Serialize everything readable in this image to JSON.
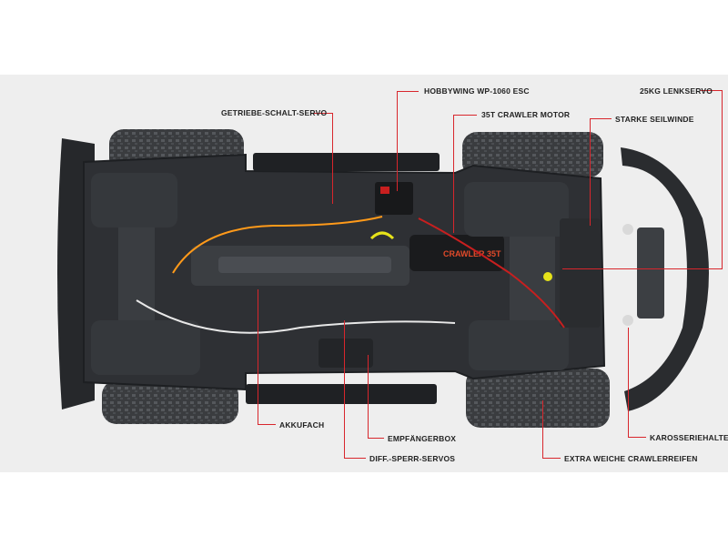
{
  "callouts": {
    "getriebe": "GETRIEBE-SCHALT-SERVO",
    "esc": "HOBBYWING WP-1060 ESC",
    "motor": "35T CRAWLER MOTOR",
    "lenkservo": "25KG LENKSERVO",
    "seilwinde": "STARKE SEILWINDE",
    "akkufach": "AKKUFACH",
    "empfaenger": "EMPFÄNGERBOX",
    "diff": "DIFF.-SPERR-SERVOS",
    "reifen": "EXTRA WEICHE CRAWLERREIFEN",
    "karosserie": "KAROSSERIEHALTER"
  },
  "motor_label": "CRAWLER 35T",
  "colors": {
    "callout_line": "#d8262c",
    "chassis": "#2a2c30",
    "tire": "#3a3c3f",
    "background": "#eeeeee"
  }
}
